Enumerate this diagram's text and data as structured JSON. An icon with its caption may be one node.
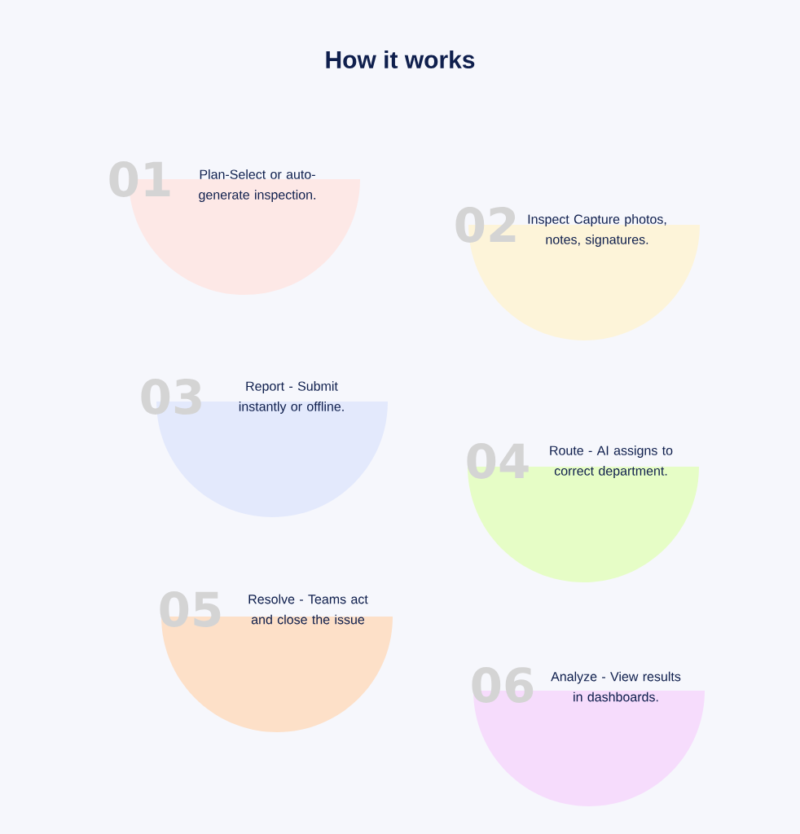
{
  "diagram": {
    "title": "How it works",
    "nodes": [
      {
        "text": [
          "01",
          "Plan-Select or auto-generate inspection."
        ]
      },
      {
        "text": [
          "02",
          "Inspect Capture photos, notes, signatures."
        ]
      },
      {
        "text": [
          "03",
          "Report - Submit instantly or offline."
        ]
      },
      {
        "text": [
          "04",
          "Route - AI assigns to correct department."
        ]
      },
      {
        "text": [
          "05",
          "Resolve - Teams act and close the issue"
        ]
      },
      {
        "text": [
          "06",
          "Analyze - View results in dashboards."
        ]
      }
    ],
    "edges": []
  }
}
